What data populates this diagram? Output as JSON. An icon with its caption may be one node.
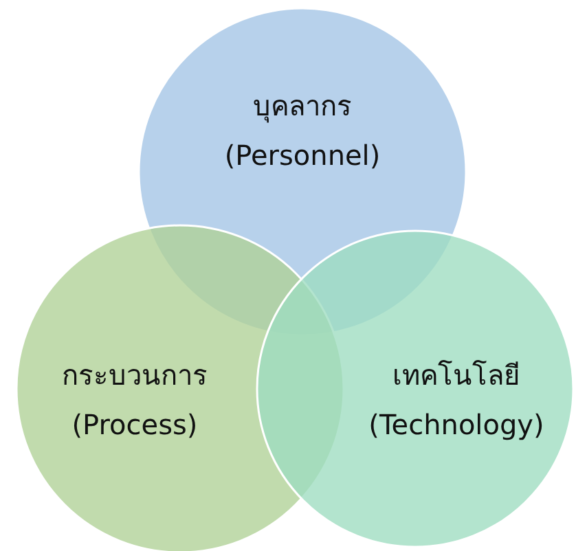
{
  "diagram": {
    "nodes": [
      {
        "text": [
          "บุคลากร (Personnel)"
        ]
      },
      {
        "text": [
          "กระบวนการ (Process)"
        ]
      },
      {
        "text": [
          "เทคโนโลยี (Technology)"
        ]
      }
    ]
  }
}
